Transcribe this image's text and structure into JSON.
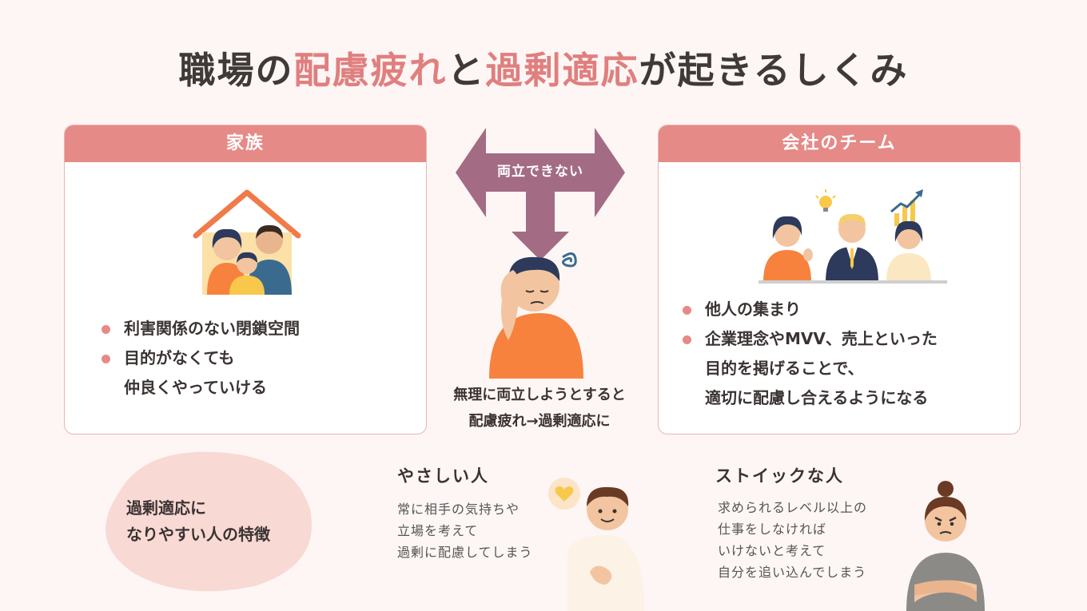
{
  "title": {
    "part1": "職場の",
    "part2": "配慮疲れ",
    "part3": "と",
    "part4": "過剰適応",
    "part5": "が起きるしくみ"
  },
  "family": {
    "header": "家族",
    "bullets": [
      "利害関係のない閉鎖空間",
      "目的がなくても",
      "仲良くやっていける"
    ]
  },
  "company": {
    "header": "会社のチーム",
    "bullets": [
      "他人の集まり",
      "企業理念やMVV、売上といった",
      "目的を掲げることで、",
      "適切に配慮し合えるようになる"
    ]
  },
  "center": {
    "arrow_label": "両立できない",
    "line1": "無理に両立しようとすると",
    "line2": "配慮疲れ→過剰適応に"
  },
  "traits": {
    "blob_line1": "過剰適応に",
    "blob_line2": "なりやすい人の特徴",
    "gentle": {
      "title": "やさしい人",
      "desc": [
        "常に相手の気持ちや",
        "立場を考えて",
        "過剰に配慮してしまう"
      ]
    },
    "stoic": {
      "title": "ストイックな人",
      "desc": [
        "求められるレベル以上の",
        "仕事をしなければ",
        "いけないと考えて",
        "自分を追い込んでしまう"
      ]
    }
  },
  "colors": {
    "accent": "#e07f7f",
    "header": "#e58a87",
    "arrow": "#a36b84",
    "blob": "#f8d9d4"
  }
}
